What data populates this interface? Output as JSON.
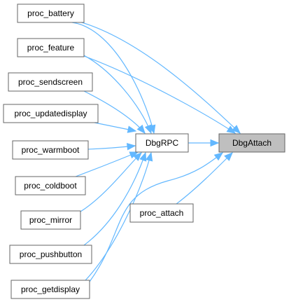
{
  "graph": {
    "colors": {
      "edge": "#63b8ff",
      "node_border": "#666666",
      "node_fill": "#ffffff",
      "focus_fill": "#bfbfbf",
      "text": "#000000"
    },
    "nodes": [
      {
        "id": "proc_battery",
        "label": "proc_battery"
      },
      {
        "id": "proc_feature",
        "label": "proc_feature"
      },
      {
        "id": "proc_sendscreen",
        "label": "proc_sendscreen"
      },
      {
        "id": "proc_updatedisplay",
        "label": "proc_updatedisplay"
      },
      {
        "id": "proc_warmboot",
        "label": "proc_warmboot"
      },
      {
        "id": "proc_coldboot",
        "label": "proc_coldboot"
      },
      {
        "id": "proc_mirror",
        "label": "proc_mirror"
      },
      {
        "id": "proc_pushbutton",
        "label": "proc_pushbutton"
      },
      {
        "id": "proc_getdisplay",
        "label": "proc_getdisplay"
      },
      {
        "id": "DbgRPC",
        "label": "DbgRPC"
      },
      {
        "id": "proc_attach",
        "label": "proc_attach"
      },
      {
        "id": "DbgAttach",
        "label": "DbgAttach",
        "focus": true
      }
    ],
    "edges": [
      {
        "from": "proc_battery",
        "to": "DbgRPC"
      },
      {
        "from": "proc_battery",
        "to": "DbgAttach"
      },
      {
        "from": "proc_feature",
        "to": "DbgRPC"
      },
      {
        "from": "proc_feature",
        "to": "DbgAttach"
      },
      {
        "from": "proc_sendscreen",
        "to": "DbgRPC"
      },
      {
        "from": "proc_updatedisplay",
        "to": "DbgRPC"
      },
      {
        "from": "proc_warmboot",
        "to": "DbgRPC"
      },
      {
        "from": "proc_coldboot",
        "to": "DbgRPC"
      },
      {
        "from": "proc_mirror",
        "to": "DbgRPC"
      },
      {
        "from": "proc_pushbutton",
        "to": "DbgRPC"
      },
      {
        "from": "proc_getdisplay",
        "to": "DbgRPC"
      },
      {
        "from": "proc_getdisplay",
        "to": "DbgAttach"
      },
      {
        "from": "DbgRPC",
        "to": "DbgAttach"
      },
      {
        "from": "proc_attach",
        "to": "DbgAttach"
      }
    ]
  }
}
